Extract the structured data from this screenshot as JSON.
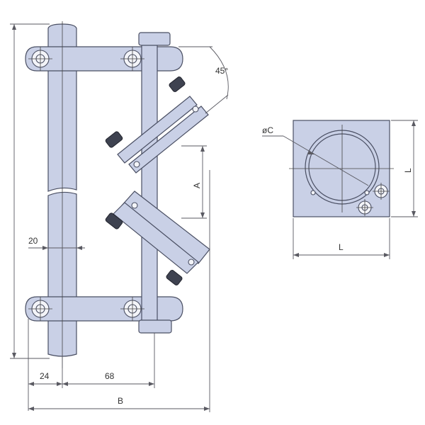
{
  "labels": {
    "angle": "45°",
    "dim_A": "A",
    "dim_20": "20",
    "dim_24": "24",
    "dim_68": "68",
    "dim_B": "B",
    "dim_C": "øC",
    "dim_L_right": "L",
    "dim_L_bottom": "L"
  },
  "colors": {
    "part_fill": "#c9d0e6",
    "outline": "#4a4f63",
    "dimension": "#5a5a62"
  }
}
